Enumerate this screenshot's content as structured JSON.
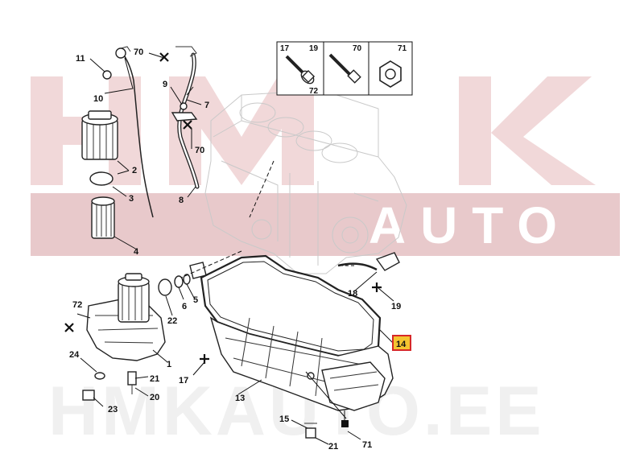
{
  "colors": {
    "watermark_red": "#e8c9cb",
    "watermark_grey": "#efefef",
    "highlight_fill": "#f4c430",
    "highlight_border": "#d62828"
  },
  "watermark": {
    "band_text": "AUTO",
    "bottom_text": "HMKAUTO.EE"
  },
  "fastener_kit": {
    "boxes": [
      {
        "labels": [
          "17",
          "19",
          "72"
        ],
        "icon": "bolt-with-washer-icon"
      },
      {
        "labels": [
          "70"
        ],
        "icon": "long-bolt-icon"
      },
      {
        "labels": [
          "71"
        ],
        "icon": "hex-nut-icon"
      }
    ]
  },
  "callouts": [
    "11",
    "10",
    "70",
    "9",
    "7",
    "70",
    "2",
    "3",
    "8",
    "4",
    "22",
    "6",
    "5",
    "72",
    "1",
    "24",
    "21",
    "20",
    "23",
    "18",
    "19",
    "14",
    "17",
    "13",
    "15",
    "21",
    "71"
  ],
  "highlighted_callout": "14"
}
